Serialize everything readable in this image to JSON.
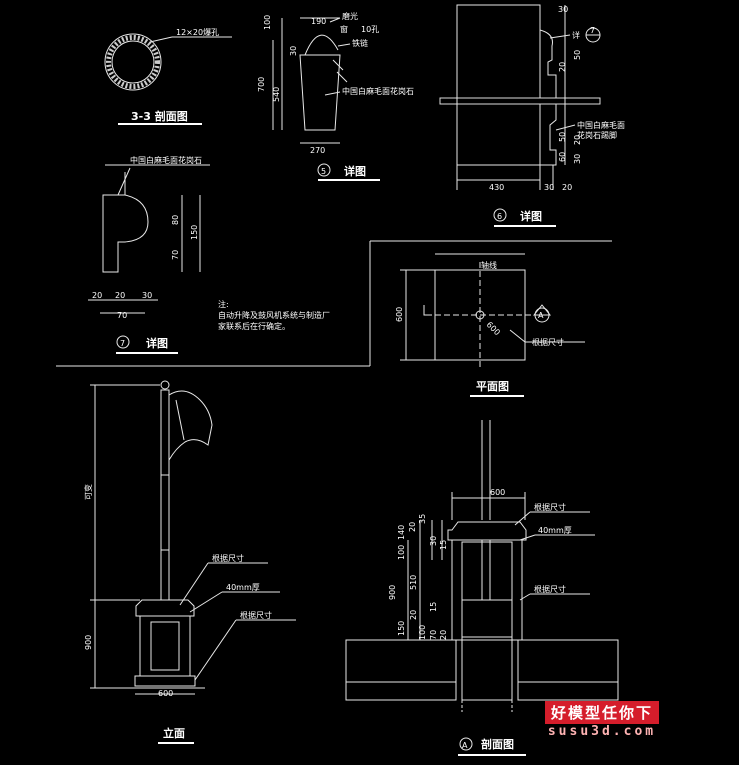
{
  "views": {
    "section33": {
      "title": "3-3 剖面图",
      "label_holes": "12×20爆孔"
    },
    "detail5": {
      "title": "详图",
      "number": "5",
      "dims": [
        "190",
        "100",
        "30",
        "700",
        "540",
        "270"
      ],
      "notes": [
        "磨光",
        "窗",
        "10孔",
        "铁链",
        "中国白麻毛面花岗石"
      ]
    },
    "detail6": {
      "title": "详图",
      "number": "6",
      "dims": [
        "30",
        "50",
        "20",
        "50",
        "20",
        "60",
        "30",
        "430",
        "30",
        "20"
      ],
      "notes": [
        "详",
        "中国白麻毛面",
        "花岗石踢脚"
      ],
      "ref": "7"
    },
    "detail7": {
      "title": "详图",
      "number": "7",
      "note": "中国白麻毛面花岗石",
      "dims": [
        "80",
        "150",
        "70",
        "20",
        "20",
        "30",
        "70"
      ]
    },
    "note": {
      "heading": "注:",
      "lines": [
        "自动升降及鼓风机系统与制造厂",
        "家联系后在行确定。"
      ]
    },
    "plan": {
      "title": "平面图",
      "label_axis": "轴线",
      "label_size": "根据尺寸",
      "dims": [
        "600",
        "600"
      ],
      "section_mark": "A"
    },
    "elevation": {
      "title": "立面",
      "label_height": "可变",
      "labels": [
        "根据尺寸",
        "40mm厚",
        "根据尺寸"
      ],
      "dims": [
        "900",
        "600"
      ]
    },
    "sectionA": {
      "title": "剖面图",
      "mark": "A",
      "labels": [
        "根据尺寸",
        "40mm厚",
        "根据尺寸"
      ],
      "dims": [
        "600",
        "100",
        "140",
        "20",
        "35",
        "30",
        "15",
        "510",
        "900",
        "20",
        "150",
        "100",
        "15",
        "70",
        "20"
      ]
    }
  },
  "watermark": {
    "top": "好模型任你下",
    "bottom": "susu3d.com"
  },
  "colors": {
    "background": "#000000",
    "lines": "#e8e8e8",
    "watermark_red": "#d51d2b"
  }
}
